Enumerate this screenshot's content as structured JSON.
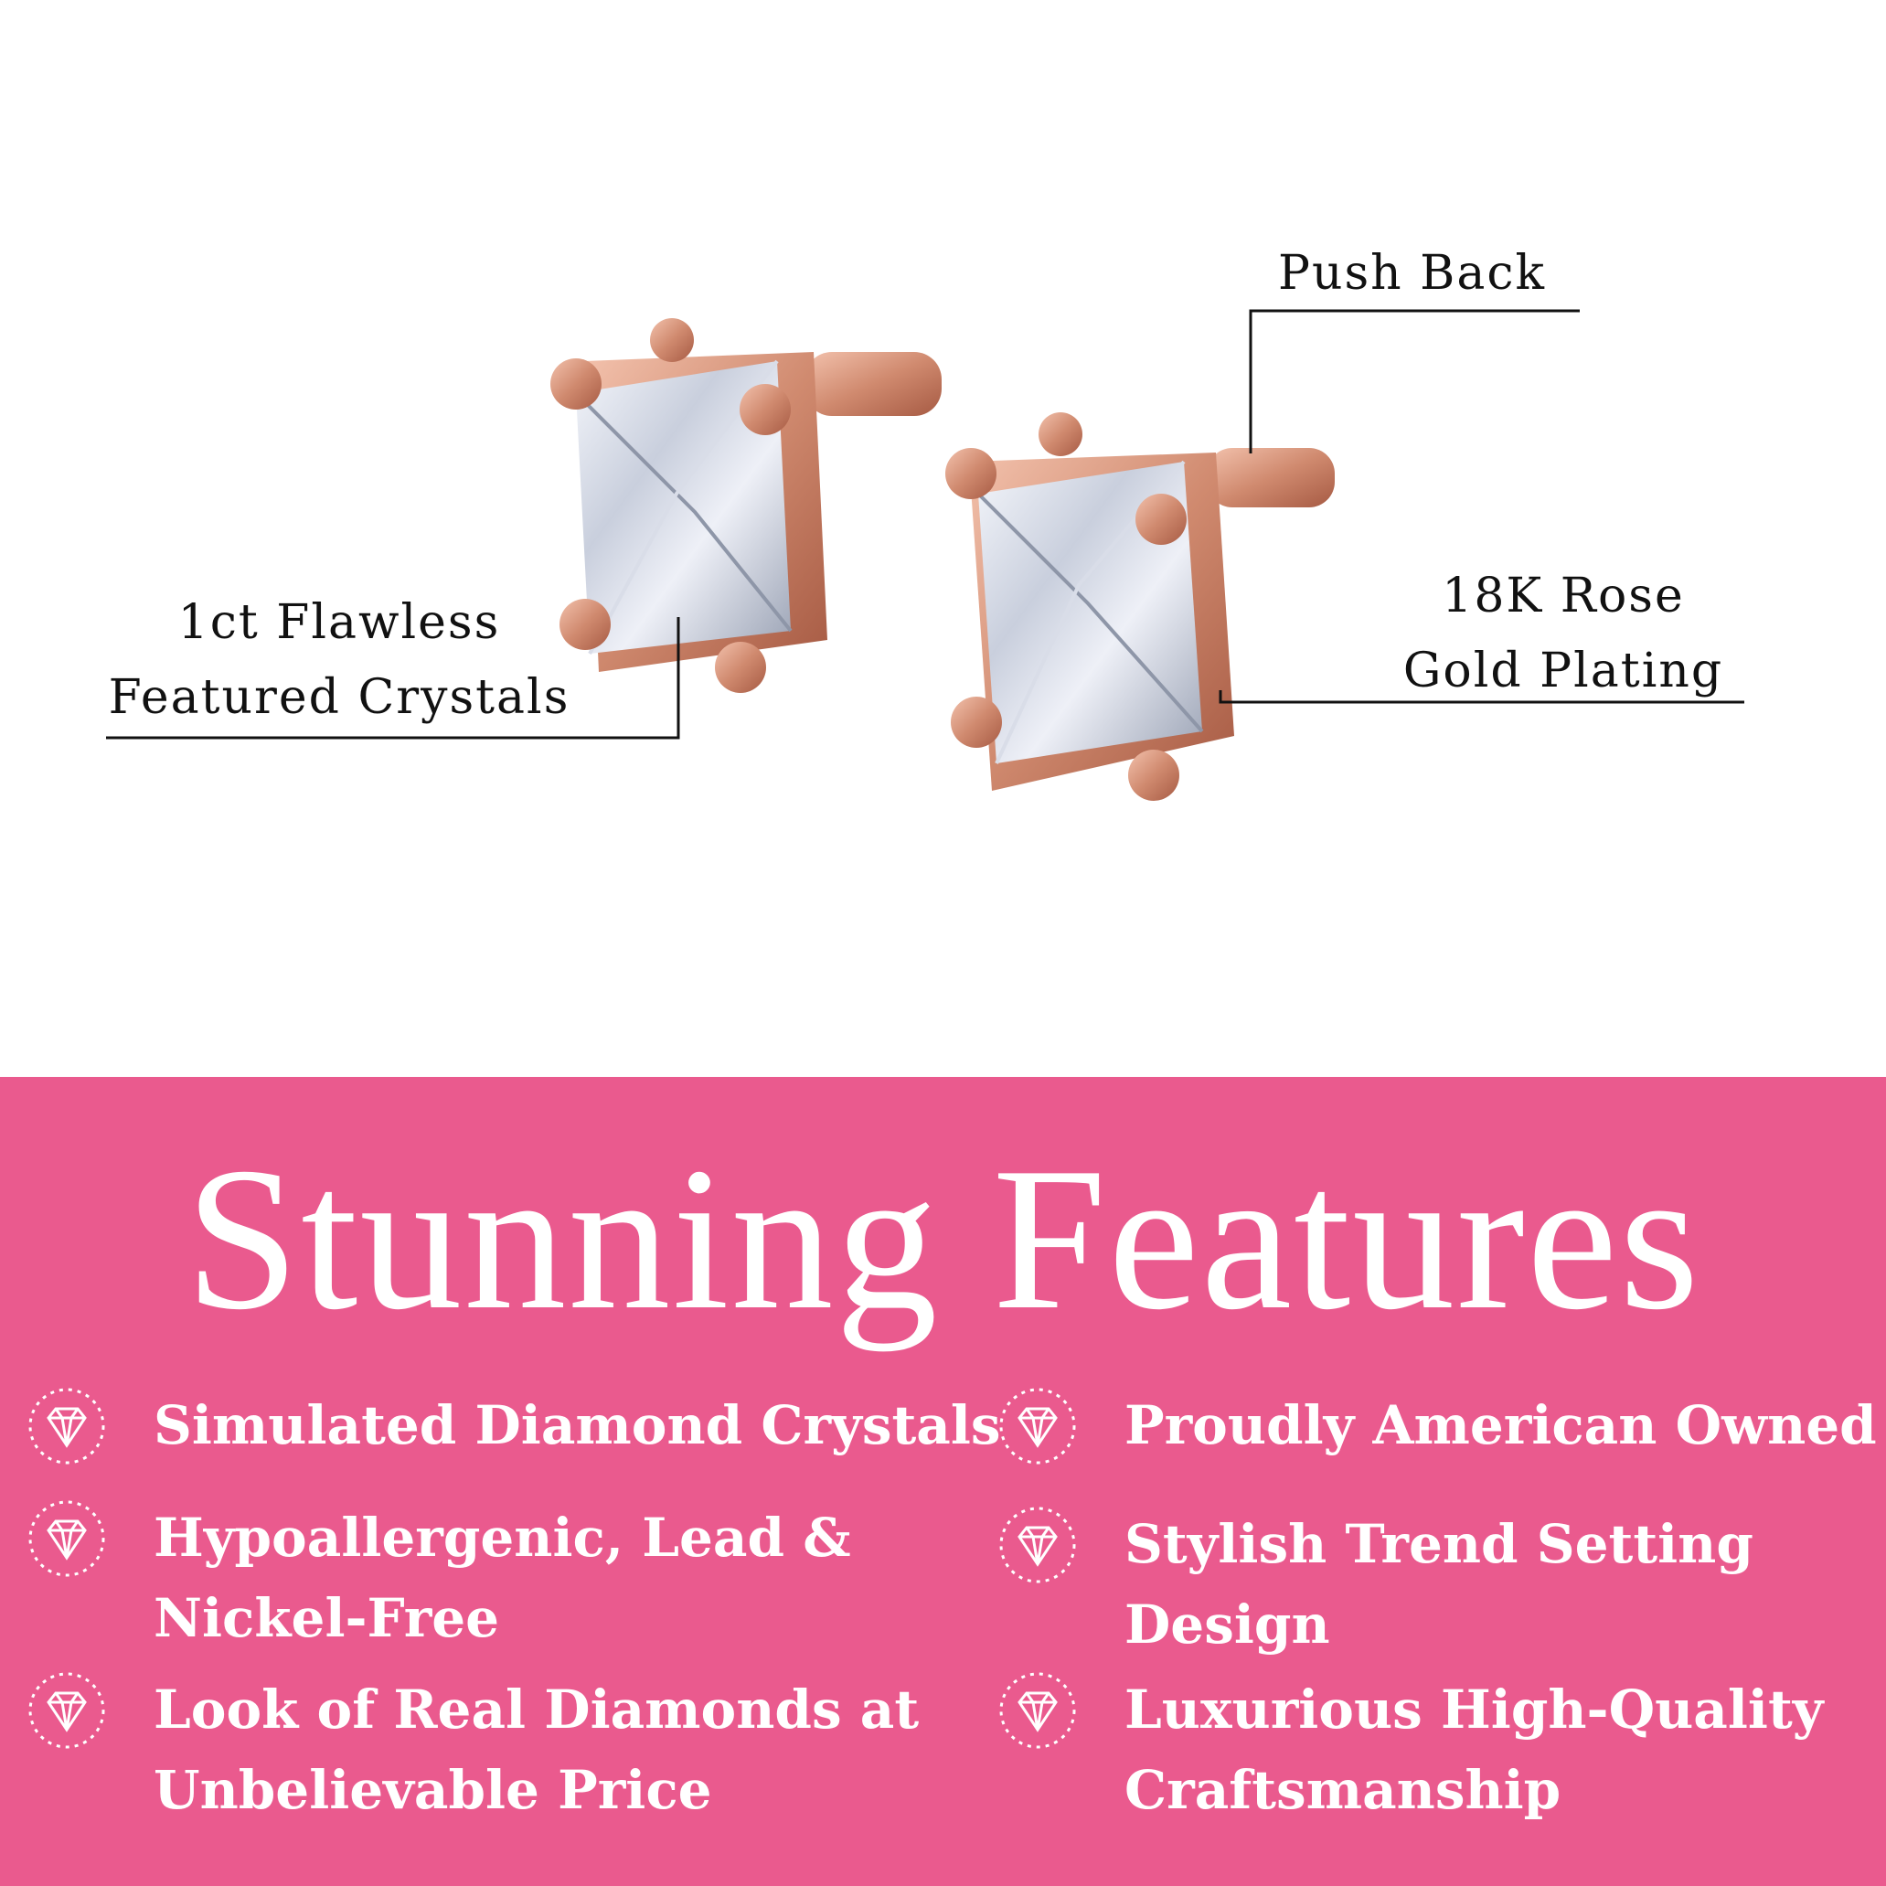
{
  "callouts": {
    "push_back": "Push Back",
    "rose_gold": [
      "18K Rose",
      "Gold Plating"
    ],
    "crystals": [
      "1ct Flawless",
      "Featured Crystals"
    ]
  },
  "features": {
    "title": "Stunning Features",
    "items": [
      {
        "label": "Simulated Diamond Crystals",
        "icon": "diamond-icon"
      },
      {
        "label": "Hypoallergenic, Lead &\nNickel-Free",
        "icon": "diamond-icon"
      },
      {
        "label": "Look of Real Diamonds at\nUnbelievable Price",
        "icon": "diamond-icon"
      },
      {
        "label": "Proudly American Owned",
        "icon": "diamond-icon"
      },
      {
        "label": "Stylish Trend Setting\nDesign",
        "icon": "diamond-icon"
      },
      {
        "label": "Luxurious High-Quality\nCraftsmanship",
        "icon": "diamond-icon"
      }
    ]
  },
  "colors": {
    "band": "#ea5a8e",
    "rose_gold": "#d08a6f",
    "text_dark": "#111111",
    "text_light": "#ffffff"
  }
}
